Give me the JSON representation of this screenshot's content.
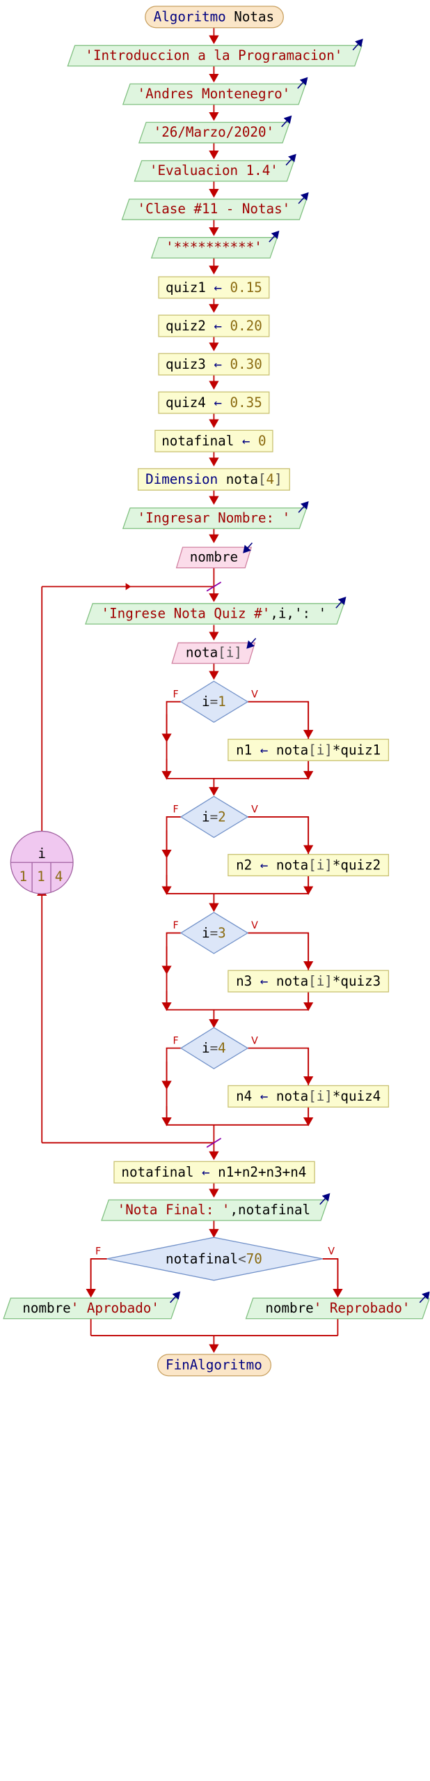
{
  "start": {
    "kw": "Algoritmo",
    "name": "Notas"
  },
  "end": {
    "kw": "FinAlgoritmo"
  },
  "outputs_header": [
    "'Introduccion a la Programacion'",
    "'Andres Montenegro'",
    "'26/Marzo/2020'",
    "'Evaluacion 1.4'",
    "'Clase #11 - Notas'",
    "'**********'"
  ],
  "assigns": [
    {
      "var": "quiz1",
      "val": "0.15"
    },
    {
      "var": "quiz2",
      "val": "0.20"
    },
    {
      "var": "quiz3",
      "val": "0.30"
    },
    {
      "var": "quiz4",
      "val": "0.35"
    },
    {
      "var": "notafinal",
      "val": "0"
    }
  ],
  "dimension": {
    "kw": "Dimension",
    "var": "nota",
    "open": "[",
    "size": "4",
    "close": "]"
  },
  "prompt_name": "'Ingresar Nombre: '",
  "read_name": "nombre",
  "loop": {
    "var": "i",
    "from": "1",
    "step": "1",
    "to": "4",
    "output": {
      "str": "'Ingrese Nota Quiz #'",
      "rest": ",i,': '"
    },
    "read": {
      "var": "nota",
      "idx": "[i]"
    },
    "ifs": [
      {
        "cond_var": "i",
        "op": "=",
        "num": "1",
        "target": "n1",
        "expr_a": "nota",
        "expr_idx": "[i]",
        "expr_b": "*quiz1"
      },
      {
        "cond_var": "i",
        "op": "=",
        "num": "2",
        "target": "n2",
        "expr_a": "nota",
        "expr_idx": "[i]",
        "expr_b": "*quiz2"
      },
      {
        "cond_var": "i",
        "op": "=",
        "num": "3",
        "target": "n3",
        "expr_a": "nota",
        "expr_idx": "[i]",
        "expr_b": "*quiz3"
      },
      {
        "cond_var": "i",
        "op": "=",
        "num": "4",
        "target": "n4",
        "expr_a": "nota",
        "expr_idx": "[i]",
        "expr_b": "*quiz4"
      }
    ]
  },
  "final_assign": {
    "var": "notafinal",
    "expr": "n1+n2+n3+n4"
  },
  "final_output": {
    "str": "'Nota Final: '",
    "rest": ",notafinal"
  },
  "final_if": {
    "cond_var": "notafinal",
    "op": "<",
    "num": "70"
  },
  "false_output": {
    "var": "nombre",
    "str": "' Aprobado'"
  },
  "true_output": {
    "var": "nombre",
    "str": "' Reprobado'"
  },
  "branch_labels": {
    "false": "F",
    "true": "V"
  },
  "colors": {
    "line": "#c00000",
    "terminal_fill": "#fbe6c8",
    "io_out_fill": "#dff5df",
    "io_in_fill": "#fbdcea",
    "process_fill": "#fcfcd0",
    "decision_fill": "#dce6f8",
    "loop_fill": "#f0c8f0"
  }
}
